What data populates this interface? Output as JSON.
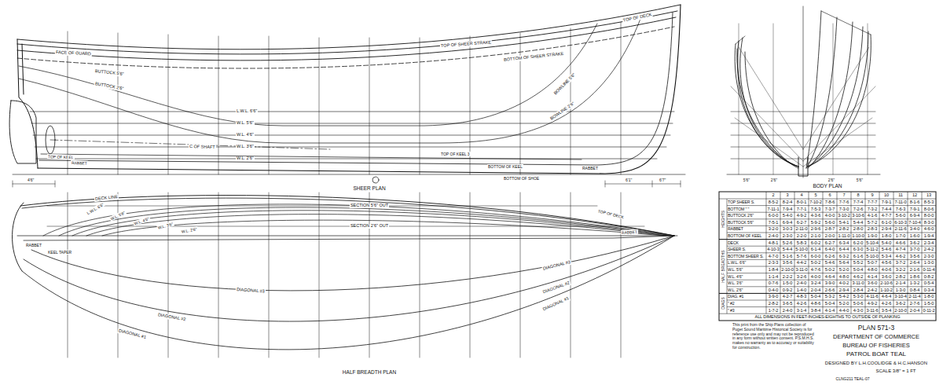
{
  "diagram": {
    "labels": [
      "TOP OF DECK",
      "TOP OF SHEER STRAKE",
      "BOTTOM OF SHEER STRAKE",
      "FACE OF GUARD",
      "BUTTOCK 2'6\"",
      "BUTTOCK 5'6\"",
      "L.W.L. 6'6\"",
      "W.L. 5'6\"",
      "W.L. 4'6\"",
      "W.L. 3'6\"",
      "W.L. 2'6\"",
      "BOWLINE 2'6\"",
      "BOWLINE 5'6\"",
      "C OF SHAFT",
      "TOP OF KEEL",
      "RABBET",
      "TOP OF KEEL 3",
      "BOTTOM OF KEEL",
      "BOTTOM OF SHOE",
      "RABBET",
      "4'6\"",
      "6'1\"",
      "6'7\"",
      "SHEER PLAN",
      "5'6\"",
      "2'6\"",
      "2'6\"",
      "5'6\"",
      "DECK LINE",
      "L.W.L. 6'6\"",
      "W.L. 5'6\"",
      "W.L. 4'6\"",
      "W.L. 3'6\"",
      "W.L. 2'6\"",
      "SECTION 5'6\" OUT",
      "SECTION 2'6\" OUT",
      "TOP OF DECK",
      "RABBET",
      "RABBET",
      "KEEL TAPER",
      "DIAGONAL #3",
      "DIAGONAL #2",
      "DIAGONAL #1",
      "DIAGONAL #3",
      "DIAGONAL #2",
      "DIAGONAL #1",
      "HALF BREADTH PLAN",
      "BODY PLAN",
      "2",
      "3",
      "4",
      "5",
      "6",
      "7",
      "8",
      "9",
      "10",
      "11",
      "12",
      "13",
      "HEIGHTS",
      "TOP SHEER S.",
      "8-5-2",
      "8-2-4",
      "8-0-1",
      "7-10-2",
      "7-8-6",
      "7-7-6",
      "7-7-4",
      "7-7-7",
      "7-9-1",
      "7-11-0",
      "8-1-6",
      "8-5-3",
      "BOTTOM \" \"",
      "7-11-1",
      "7-9-4",
      "7-7-1",
      "7-5-3",
      "7-3-7",
      "7-3-0",
      "7-2-6",
      "7-3-2",
      "7-4-4",
      "7-6-3",
      "7-9-1",
      "8-0-6",
      "BUTTOCK 2'6\"",
      "6-0-0",
      "5-4-0",
      "4-9-2",
      "4-3-6",
      "4-0-0",
      "3-10-2",
      "3-10-6",
      "4-1-6",
      "4-7-7",
      "5-6-0",
      "6-9-4",
      "8-0-0",
      "BUTTOCK 5'6\"",
      "7-5-1",
      "6-9-4",
      "6-2-7",
      "5-9-2",
      "5-6-0",
      "5-4-1",
      "5-4-4",
      "5-7-2",
      "6-1-0",
      "6-10-3",
      "7-10-4",
      "8-3-0",
      "RABBET",
      "3-2-0",
      "3-0-3",
      "2-11-0",
      "2-9-6",
      "2-8-7",
      "2-8-2",
      "2-8-0",
      "2-8-3",
      "2-9-4",
      "2-11-6",
      "3-4-0",
      "4-6-0",
      "BOTTOM OF KEEL",
      "2-4-0",
      "2-3-0",
      "2-2-0",
      "2-1-0",
      "2-0-0",
      "1-11-0",
      "1-10-0",
      "1-9-0",
      "1-8-0",
      "1-7-0",
      "1-6-0",
      "1-9-4",
      "HALF BREADTHS",
      "DECK",
      "4-8-1",
      "5-2-6",
      "5-8-3",
      "6-0-2",
      "6-2-7",
      "6-3-4",
      "6-2-0",
      "5-10-4",
      "5-4-0",
      "4-6-6",
      "3-6-2",
      "2-3-4",
      "SHEER S.",
      "4-10-3",
      "5-4-4",
      "5-10-0",
      "6-1-4",
      "6-4-0",
      "6-4-4",
      "6-3-0",
      "5-11-2",
      "5-4-6",
      "4-7-4",
      "3-7-0",
      "2-4-2",
      "BOTTOM SHEER S.",
      "4-7-0",
      "5-1-6",
      "5-7-6",
      "6-0-0",
      "6-2-6",
      "6-3-2",
      "6-1-6",
      "5-10-0",
      "5-3-4",
      "4-6-2",
      "3-5-6",
      "2-3-0",
      "L.W.L. 6'6\"",
      "2-3-3",
      "3-5-6",
      "4-4-2",
      "5-0-2",
      "5-4-6",
      "5-6-4",
      "5-5-2",
      "5-0-7",
      "4-5-6",
      "3-7-2",
      "2-6-4",
      "1-3-0",
      "W.L. 5'6\"",
      "1-8-4",
      "2-10-0",
      "3-11-0",
      "4-7-6",
      "5-0-2",
      "5-2-0",
      "5-0-4",
      "4-8-0",
      "4-0-6",
      "3-2-2",
      "2-1-6",
      "0-11-4",
      "W.L. 4'6\"",
      "1-1-4",
      "2-2-2",
      "3-2-6",
      "4-0-0",
      "4-6-4",
      "4-8-0",
      "4-6-2",
      "4-1-4",
      "3-6-0",
      "2-8-2",
      "1-8-6",
      "0-8-2",
      "W.L. 3'6\"",
      "0-7-6",
      "1-5-0",
      "2-4-0",
      "3-2-4",
      "3-9-0",
      "4-0-2",
      "3-11-0",
      "3-6-0",
      "2-10-6",
      "2-1-4",
      "1-3-2",
      "0-5-4",
      "W.L. 2'6\"",
      "0-4-0",
      "0-9-2",
      "1-4-0",
      "2-0-4",
      "2-6-6",
      "2-9-4",
      "2-8-4",
      "2-4-2",
      "1-10-2",
      "1-3-0",
      "0-8-4",
      "0-3-4",
      "DIAGS",
      "DIAG. #1",
      "3-9-0",
      "4-2-7",
      "4-8-3",
      "5-0-4",
      "5-3-2",
      "5-4-2",
      "5-3-0",
      "4-11-6",
      "4-6-4",
      "3-10-4",
      "2-11-4",
      "1-8-0",
      "\" #2",
      "2-8-2",
      "3-6-5",
      "4-2-6",
      "4-8-6",
      "5-0-4",
      "5-2-0",
      "5-0-6",
      "4-9-2",
      "4-2-6",
      "3-6-2",
      "2-7-6",
      "1-5-0",
      "\" #3",
      "1-7-2",
      "2-4-0",
      "3-1-4",
      "3-8-4",
      "4-1-4",
      "4-4-0",
      "4-3-0",
      "3-11-6",
      "3-5-4",
      "2-10-0",
      "2-0-4",
      "0-11-2",
      "ALL DIMENSIONS IN FEET-INCHES-EIGHTHS TO OUTSIDE OF PLANKING",
      "PLAN 571-3",
      "DEPARTMENT OF COMMERCE",
      "BUREAU OF FISHERIES",
      "PATROL BOAT TEAL",
      "DESIGNED BY L.H.COOLIDGE & H.C.HANSON",
      "SCALE 3/8\" = 1 FT",
      "CLNG211 TEAL-07",
      "This print from the Ship Plans collection of Puget Sound Maritime Historical Society is for reference use only and may not be reproduced in any form without written consent. P.S.M.H.S. makes no warranty as to accuracy or suitability for construction."
    ]
  }
}
